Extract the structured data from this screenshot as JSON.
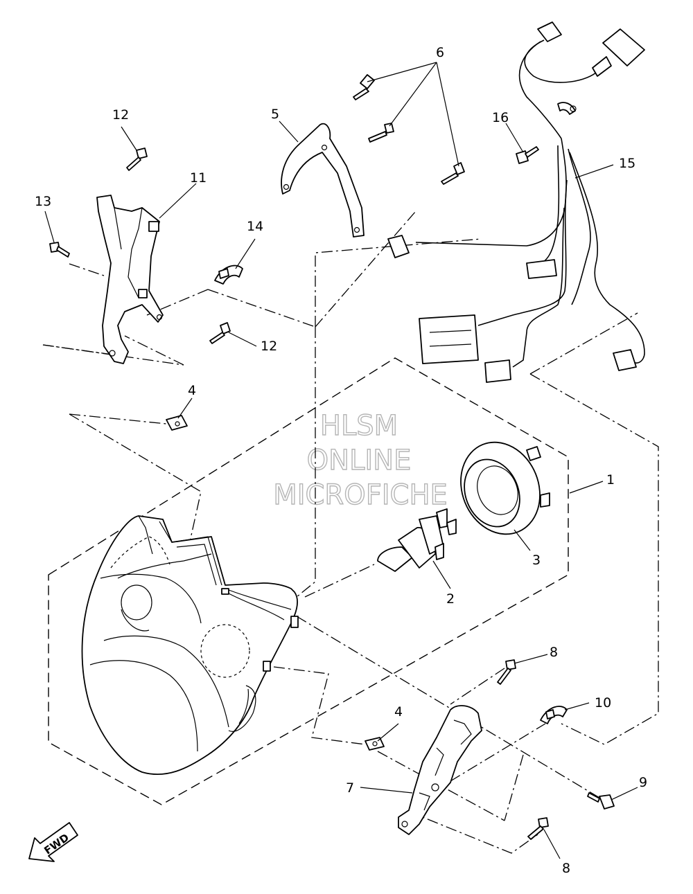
{
  "watermark": {
    "line1": "HLSM",
    "line2": "ONLINE",
    "line3": "MICROFICHE"
  },
  "direction_badge": "FWD",
  "callouts": [
    {
      "id": "c1",
      "text": "1"
    },
    {
      "id": "c2",
      "text": "2"
    },
    {
      "id": "c3",
      "text": "3"
    },
    {
      "id": "c4a",
      "text": "4"
    },
    {
      "id": "c4b",
      "text": "4"
    },
    {
      "id": "c5",
      "text": "5"
    },
    {
      "id": "c6",
      "text": "6"
    },
    {
      "id": "c7",
      "text": "7"
    },
    {
      "id": "c8a",
      "text": "8"
    },
    {
      "id": "c8b",
      "text": "8"
    },
    {
      "id": "c9",
      "text": "9"
    },
    {
      "id": "c10",
      "text": "10"
    },
    {
      "id": "c11",
      "text": "11"
    },
    {
      "id": "c12a",
      "text": "12"
    },
    {
      "id": "c12b",
      "text": "12"
    },
    {
      "id": "c13",
      "text": "13"
    },
    {
      "id": "c14",
      "text": "14"
    },
    {
      "id": "c15",
      "text": "15"
    },
    {
      "id": "c16",
      "text": "16"
    }
  ]
}
